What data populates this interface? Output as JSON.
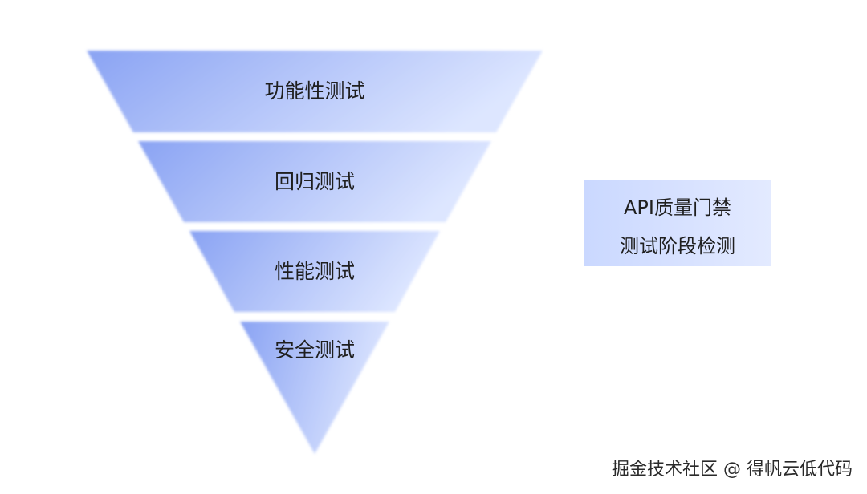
{
  "diagram": {
    "layers": [
      {
        "label": "功能性测试"
      },
      {
        "label": "回归测试"
      },
      {
        "label": "性能测试"
      },
      {
        "label": "安全测试"
      }
    ],
    "side_box": {
      "line1": "API质量门禁",
      "line2": "测试阶段检测"
    },
    "colors": {
      "layer_dark": "#8aa3f3",
      "layer_light": "#dde6ff",
      "box_dark": "#cad8ff",
      "box_light": "#e3eaff",
      "text": "#1f1f1f"
    }
  },
  "watermark": "掘金技术社区 @ 得帆云低代码"
}
